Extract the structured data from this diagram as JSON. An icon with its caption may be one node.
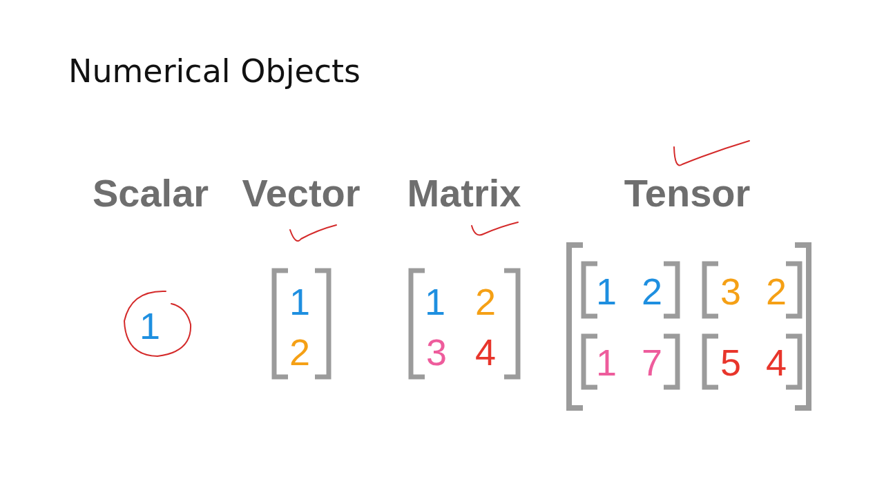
{
  "diagram": {
    "title": "Numerical Objects",
    "labels": [
      "Scalar",
      "Vector",
      "Matrix",
      "Tensor",
      "1",
      "1",
      "2",
      "1",
      "2",
      "3",
      "4",
      "1",
      "2",
      "3",
      "2",
      "1",
      "7",
      "5",
      "4"
    ]
  }
}
